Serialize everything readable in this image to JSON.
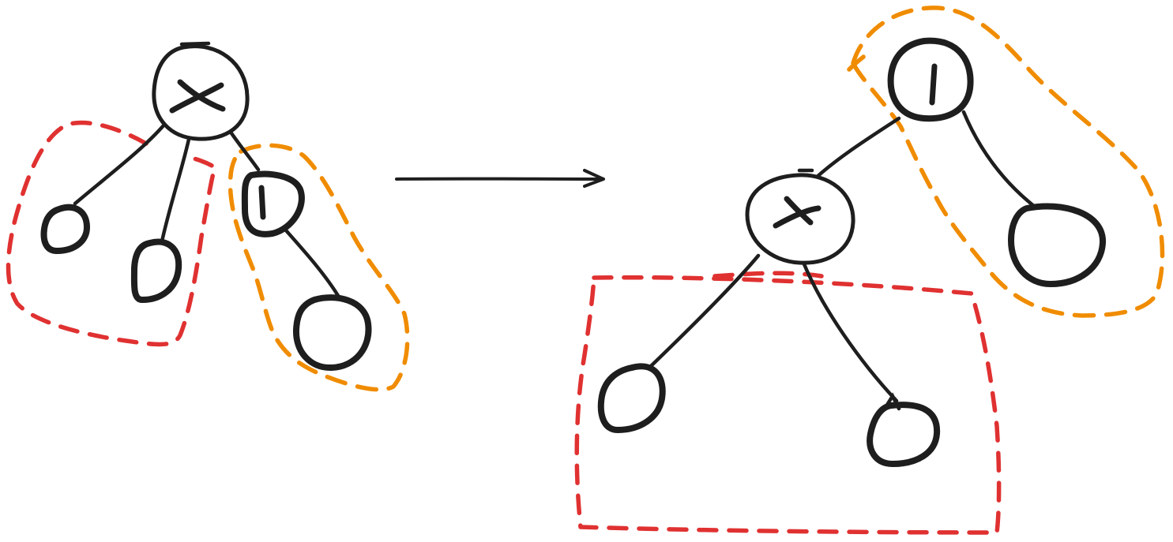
{
  "colors": {
    "ink": "#1e1e1e",
    "red": "#e03131",
    "orange": "#f08c00",
    "background": "#ffffff"
  },
  "diagram": {
    "type": "tree-rotation-sketch",
    "before": {
      "root": {
        "symbol": "multiply",
        "children": [
          "left-leaf",
          "middle-leaf",
          "one-node"
        ]
      },
      "one_node": {
        "symbol": "one",
        "children": [
          "right-leaf"
        ]
      },
      "groups": [
        {
          "color": "red",
          "encloses": [
            "left-leaf",
            "middle-leaf"
          ]
        },
        {
          "color": "orange",
          "encloses": [
            "one-node",
            "right-leaf"
          ]
        }
      ]
    },
    "after": {
      "root": {
        "symbol": "one",
        "children": [
          "multiply-node",
          "right-leaf"
        ]
      },
      "multiply_node": {
        "symbol": "multiply",
        "children": [
          "left-leaf",
          "middle-leaf"
        ]
      },
      "groups": [
        {
          "color": "red",
          "encloses": [
            "left-leaf",
            "middle-leaf"
          ]
        },
        {
          "color": "orange",
          "encloses": [
            "one-root",
            "right-leaf"
          ]
        }
      ]
    },
    "transition_icon": "right-arrow"
  }
}
